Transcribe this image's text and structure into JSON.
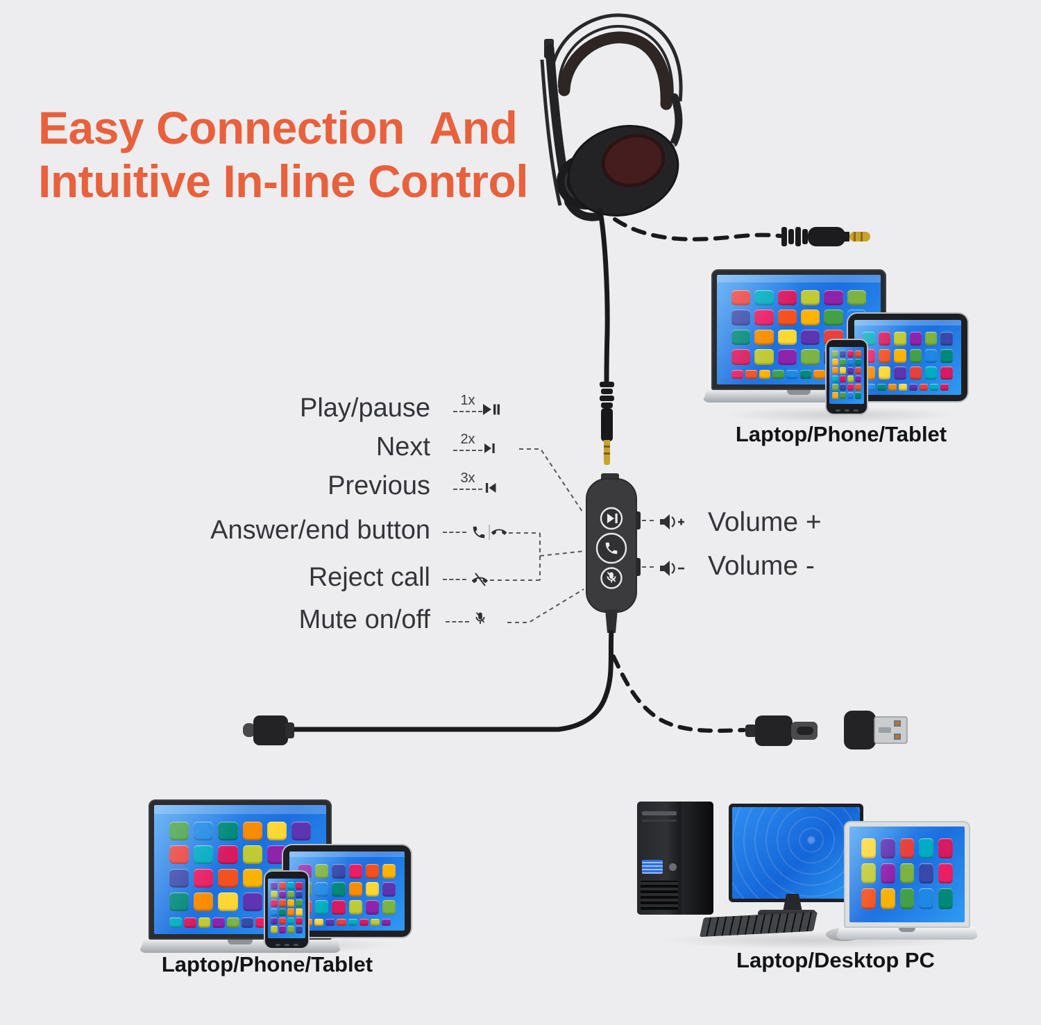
{
  "title": {
    "line1": "Easy Connection  And",
    "line2": "Intuitive In-line Control"
  },
  "controls": {
    "rows": [
      {
        "label": "Play/pause",
        "taps": "1x",
        "icon": "play-pause-icon"
      },
      {
        "label": "Next",
        "taps": "2x",
        "icon": "next-track-icon"
      },
      {
        "label": "Previous",
        "taps": "3x",
        "icon": "previous-track-icon"
      },
      {
        "label": "Answer/end button",
        "icon": "answer-end-call-icon"
      },
      {
        "label": "Reject call",
        "icon": "reject-call-icon"
      },
      {
        "label": "Mute on/off",
        "icon": "mute-mic-icon"
      }
    ],
    "volume_up": "Volume +",
    "volume_down": "Volume -"
  },
  "captions": {
    "top_right": "Laptop/Phone/Tablet",
    "bottom_left": "Laptop/Phone/Tablet",
    "bottom_right": "Laptop/Desktop PC"
  },
  "colors": {
    "background": "#EDEDEF",
    "accent_orange": "#E8613C",
    "text_dark": "#34353A",
    "caption_black": "#121316",
    "screen_blue": "#1B6FE0",
    "remote_body": "#3B3B3E",
    "cable_black": "#1A1A1C",
    "gold_plug": "#C9A22C"
  },
  "palette": {
    "app_icons": [
      "#E8413C",
      "#FB8C00",
      "#43A047",
      "#E91E63",
      "#8E24AA",
      "#00ACC1",
      "#FDD835",
      "#1E88E5",
      "#F4511E",
      "#7CB342",
      "#D81B60",
      "#5E35B1",
      "#00897B",
      "#FFB300",
      "#3949AB",
      "#C0CA33"
    ]
  }
}
